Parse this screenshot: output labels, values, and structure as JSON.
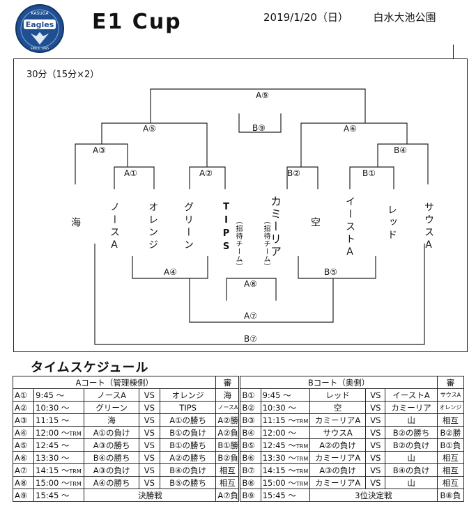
{
  "header": {
    "logo_text_top": "KASUGA",
    "logo_text_main": "Eagles",
    "logo_text_bottom": "SINCE 1995",
    "title": "E1 Cup",
    "date": "2019/1/20（日）",
    "location": "白水大池公園"
  },
  "bracket": {
    "duration": "30分（15分×2）",
    "labels": {
      "A9": "A⑨",
      "B9": "B⑨",
      "A5": "A⑤",
      "A6": "A⑥",
      "A3": "A③",
      "B4": "B④",
      "A1": "A①",
      "A2": "A②",
      "B2": "B②",
      "B1": "B①",
      "A4": "A④",
      "B5": "B⑤",
      "A8": "A⑧",
      "A7": "A⑦",
      "B7": "B⑦"
    },
    "teams": {
      "umi": "海",
      "north": "ノースA",
      "orange": "オレンジ",
      "green": "グリーン",
      "tips": "TIPS",
      "tips_note": "（招待チーム）",
      "camiria": "カミーリア",
      "camiria_note": "（招待チーム）",
      "sora": "空",
      "east": "イーストA",
      "red": "レッド",
      "south": "サウスA"
    }
  },
  "schedule": {
    "title": "タイムスケジュール",
    "court_a": "Aコート（管理棟側）",
    "court_b": "Bコート（奥側）",
    "ref": "審",
    "rows": [
      {
        "a_id": "A①",
        "a_time": "9:45 〜",
        "a_trm": "",
        "a_t1": "ノースA",
        "a_vs": "VS",
        "a_t2": "オレンジ",
        "a_ref": "海",
        "a_ref_small": false,
        "b_id": "B①",
        "b_time": "9:45 〜",
        "b_trm": "",
        "b_t1": "レッド",
        "b_vs": "VS",
        "b_t2": "イーストA",
        "b_ref": "サウスA",
        "b_ref_small": true
      },
      {
        "a_id": "A②",
        "a_time": "10:30 〜",
        "a_trm": "",
        "a_t1": "グリーン",
        "a_vs": "VS",
        "a_t2": "TIPS",
        "a_ref": "ノースA",
        "a_ref_small": true,
        "b_id": "B②",
        "b_time": "10:30 〜",
        "b_trm": "",
        "b_t1": "空",
        "b_vs": "VS",
        "b_t2": "カミーリア",
        "b_ref": "オレンジ",
        "b_ref_small": true
      },
      {
        "a_id": "A③",
        "a_time": "11:15 〜",
        "a_trm": "",
        "a_t1": "海",
        "a_vs": "VS",
        "a_t2": "A①の勝ち",
        "a_ref": "A②勝",
        "a_ref_small": false,
        "b_id": "B③",
        "b_time": "11:15 〜",
        "b_trm": "TRM",
        "b_t1": "カミーリアA",
        "b_vs": "VS",
        "b_t2": "山",
        "b_ref": "相互",
        "b_ref_small": false
      },
      {
        "a_id": "A④",
        "a_time": "12:00 〜",
        "a_trm": "TRM",
        "a_t1": "A①の負け",
        "a_vs": "VS",
        "a_t2": "B①の負け",
        "a_ref": "A②負",
        "a_ref_small": false,
        "b_id": "B④",
        "b_time": "12:00 〜",
        "b_trm": "",
        "b_t1": "サウスA",
        "b_vs": "VS",
        "b_t2": "B②の勝ち",
        "b_ref": "B②勝",
        "b_ref_small": false
      },
      {
        "a_id": "A⑤",
        "a_time": "12:45 〜",
        "a_trm": "",
        "a_t1": "A③の勝ち",
        "a_vs": "VS",
        "a_t2": "B①の勝ち",
        "a_ref": "B①勝",
        "a_ref_small": false,
        "b_id": "B⑤",
        "b_time": "12:45 〜",
        "b_trm": "TRM",
        "b_t1": "A②の負け",
        "b_vs": "VS",
        "b_t2": "B②の負け",
        "b_ref": "B①負",
        "b_ref_small": false
      },
      {
        "a_id": "A⑥",
        "a_time": "13:30 〜",
        "a_trm": "",
        "a_t1": "B④の勝ち",
        "a_vs": "VS",
        "a_t2": "A②の勝ち",
        "a_ref": "B②負",
        "a_ref_small": false,
        "b_id": "B⑥",
        "b_time": "13:30 〜",
        "b_trm": "TRM",
        "b_t1": "カミーリアA",
        "b_vs": "VS",
        "b_t2": "山",
        "b_ref": "相互",
        "b_ref_small": false
      },
      {
        "a_id": "A⑦",
        "a_time": "14:15 〜",
        "a_trm": "TRM",
        "a_t1": "A③の負け",
        "a_vs": "VS",
        "a_t2": "B④の負け",
        "a_ref": "相互",
        "a_ref_small": false,
        "b_id": "B⑦",
        "b_time": "14:15 〜",
        "b_trm": "TRM",
        "b_t1": "A③の負け",
        "b_vs": "VS",
        "b_t2": "B④の負け",
        "b_ref": "相互",
        "b_ref_small": false
      },
      {
        "a_id": "A⑧",
        "a_time": "15:00 〜",
        "a_trm": "TRM",
        "a_t1": "A④の勝ち",
        "a_vs": "VS",
        "a_t2": "B⑤の勝ち",
        "a_ref": "相互",
        "a_ref_small": false,
        "b_id": "B⑧",
        "b_time": "15:00 〜",
        "b_trm": "TRM",
        "b_t1": "カミーリアA",
        "b_vs": "VS",
        "b_t2": "山",
        "b_ref": "相互",
        "b_ref_small": false
      },
      {
        "a_id": "A⑨",
        "a_time": "15:45 〜",
        "a_trm": "",
        "a_final": "決勝戦",
        "a_ref": "A⑦負",
        "a_ref_small": false,
        "b_id": "B⑨",
        "b_time": "15:45 〜",
        "b_trm": "",
        "b_final": "3位決定戦",
        "b_ref": "B⑧負",
        "b_ref_small": false
      }
    ]
  }
}
